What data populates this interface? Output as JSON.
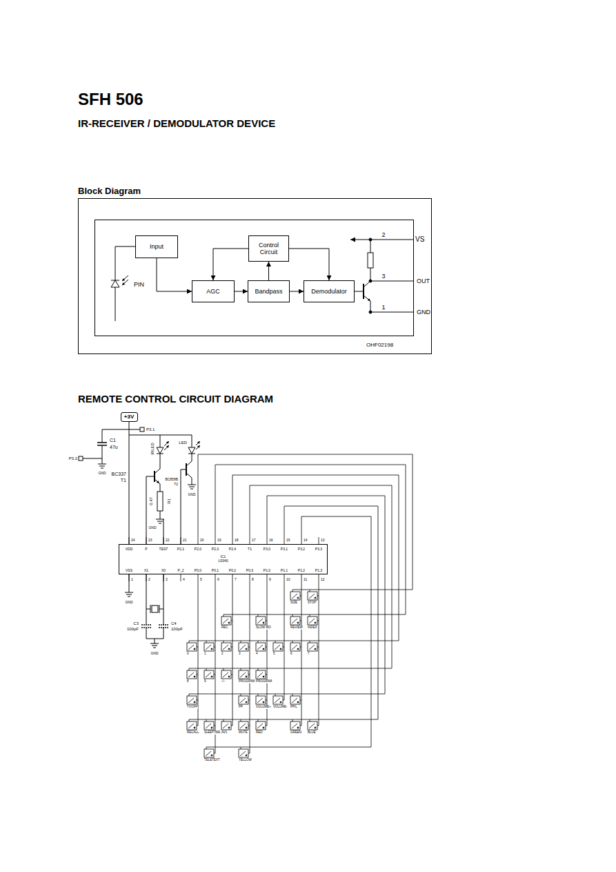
{
  "diagram": {
    "title": "SFH 506",
    "nodes": [
      {
        "text": [
          "Input"
        ]
      },
      {
        "text": [
          "Control Circuit"
        ]
      },
      {
        "text": [
          "AGC"
        ]
      },
      {
        "text": [
          "Bandpass"
        ]
      },
      {
        "text": [
          "Demodulator"
        ]
      },
      {
        "text": [
          "+3V"
        ]
      },
      {
        "text": [
          "IC1",
          "U3340"
        ]
      }
    ],
    "edges": [
      {
        "from": 0,
        "to": 2,
        "arrow": "to"
      },
      {
        "from": 2,
        "to": 3,
        "arrow": "to"
      },
      {
        "from": 3,
        "to": 4,
        "arrow": "to"
      },
      {
        "from": 3,
        "to": 1,
        "arrow": "to"
      },
      {
        "from": 1,
        "to": 2,
        "arrow": "to"
      },
      {
        "from": 1,
        "to": 4,
        "arrow": "to"
      },
      {
        "from": 5,
        "to": 6,
        "arrow": "none"
      }
    ],
    "labels": [
      "IR-RECEIVER / DEMODULATOR DEVICE",
      "Block Diagram",
      "PIN",
      "2",
      "VS",
      "3",
      "OUT",
      "1",
      "GND",
      "OHF02198",
      "REMOTE CONTROL CIRCUIT DIAGRAM",
      "P3.1",
      "P3.2",
      "C1",
      "47u",
      "GND",
      "IRLED",
      "LED",
      "BC337",
      "T1",
      "BC858B",
      "T2",
      "0.47",
      "R1",
      "GND",
      "GND",
      "24",
      "VDD",
      "23",
      "P",
      "22",
      "TEST",
      "21",
      "P2,1",
      "20",
      "P2,0",
      "19",
      "P2,3",
      "18",
      "P2,4",
      "17",
      "T1",
      "16",
      "P3,0",
      "15",
      "P3,1",
      "14",
      "P3,2",
      "13",
      "P3,3",
      "VSS",
      "1",
      "X1",
      "2",
      "X0",
      "3",
      "P_2",
      "4",
      "P0,0",
      "5",
      "P0,1",
      "6",
      "P0,2",
      "7",
      "P0,3",
      "8",
      "P1,0",
      "9",
      "P1,1",
      "10",
      "P1,2",
      "11",
      "P1,3",
      "12",
      "GND",
      "C3",
      "100pF",
      "C4",
      "100pF",
      "GND",
      "SIZE",
      "STOP",
      "REC",
      "SLOW MO",
      "REVIEW",
      "INDEX",
      "0",
      "1",
      "2",
      "3",
      "4",
      "5",
      "6",
      "7",
      "8",
      "9",
      "-/--",
      "PROGRAM",
      "PROGRAM",
      "TV/OFF",
      "PP",
      "VOLUME+",
      "VOLUME-",
      "PP/L",
      "RECALL",
      "SLEEPTIME",
      "AV1",
      "MUTE",
      "RED",
      "GREEN",
      "BLUE",
      "TELETEXT",
      "YELLOW"
    ]
  }
}
